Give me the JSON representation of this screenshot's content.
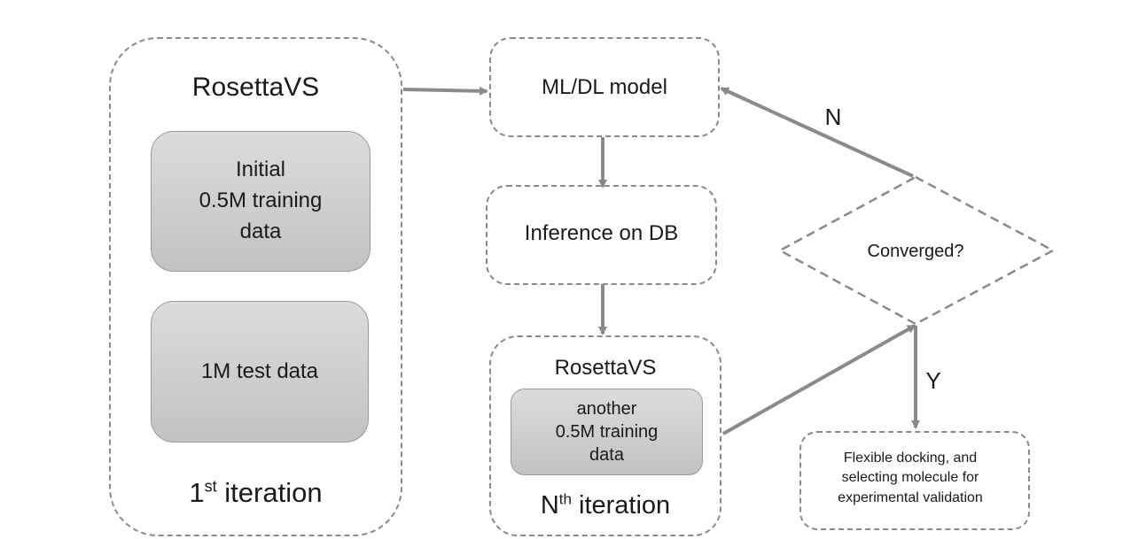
{
  "first_iteration": {
    "title": "RosettaVS",
    "initial_training": "Initial\n0.5M training\ndata",
    "test_data": "1M test data",
    "label_prefix": "1",
    "label_sup": "st",
    "label_suffix": " iteration"
  },
  "ml_model": {
    "label": "ML/DL model"
  },
  "inference": {
    "label": "Inference on DB"
  },
  "nth_iteration": {
    "title": "RosettaVS",
    "training": "another\n0.5M training\ndata",
    "label_prefix": "N",
    "label_sup": "th",
    "label_suffix": " iteration"
  },
  "decision": {
    "label": "Converged?",
    "no_label": "N",
    "yes_label": "Y"
  },
  "final": {
    "label": "Flexible docking, and\nselecting molecule for\nexperimental validation"
  },
  "colors": {
    "border": "#8a8a8a",
    "arrow": "#8a8a8a",
    "box_fill": "#c8c8c8"
  }
}
